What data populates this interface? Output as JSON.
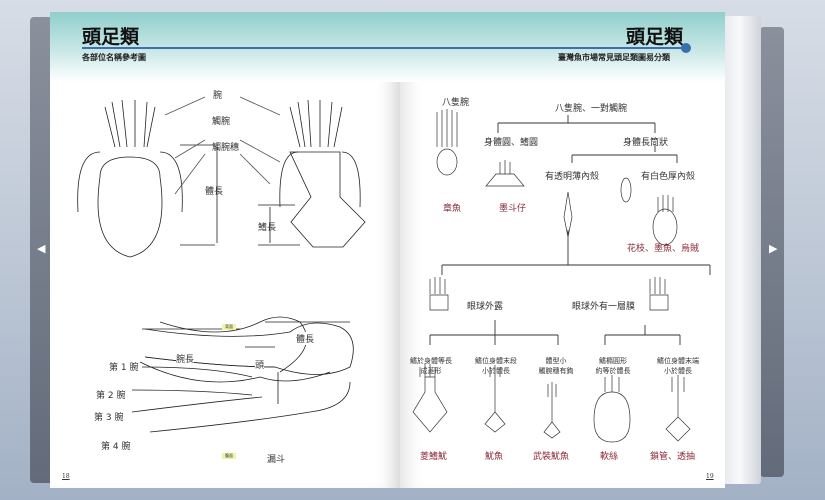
{
  "nav": {
    "prev_icon": "triangle-left-icon",
    "next_icon": "triangle-right-icon"
  },
  "left_page": {
    "title": "頭足類",
    "subtitle": "各部位名稱參考圖",
    "page_number": "18",
    "labels": {
      "arm": "腕",
      "tentacle": "觸腕",
      "club": "觸腕穗",
      "body_length": "體長",
      "fin_length": "鰭長"
    },
    "octopus": {
      "dorsal": "背面",
      "ventral": "腹面",
      "arm_length": "腕長",
      "head": "頭",
      "body_length": "體長",
      "funnel": "漏斗",
      "arms": [
        "第 1 腕",
        "第 2 腕",
        "第 3 腕",
        "第 4 腕"
      ]
    }
  },
  "right_page": {
    "title": "頭足類",
    "subtitle": "臺灣魚市場常見頭足類圖易分類",
    "page_number": "19",
    "accent_color": "#3a6fb0",
    "tree": {
      "eight_arms": "八隻腕",
      "octopus": "章魚",
      "eight_two": "八隻腕、一對觸腕",
      "round_body": "身體圓、鰭圓",
      "bobtail": "墨斗仔",
      "long_body": "身體長筒狀",
      "thin_shell": "有透明薄內殼",
      "thick_shell": "有白色厚內殼",
      "cuttlefish": "花枝、墨魚、烏賊",
      "eye_open": "眼球外露",
      "eye_covered": "眼球外有一層膜",
      "groups": [
        {
          "desc1": "鰭於身體等長",
          "desc2": "成菱形",
          "name": "菱鰭魷"
        },
        {
          "desc1": "鰭位身體末段",
          "desc2": "小於體長",
          "name": "魷魚"
        },
        {
          "desc1": "體型小",
          "desc2": "觸腕穗有鉤",
          "name": "武裝魷魚"
        },
        {
          "desc1": "鰭橢圓形",
          "desc2": "約等於體長",
          "name": "軟絲"
        },
        {
          "desc1": "鰭位身體末端",
          "desc2": "小於體長",
          "name": "鎖管、透抽"
        }
      ]
    }
  }
}
